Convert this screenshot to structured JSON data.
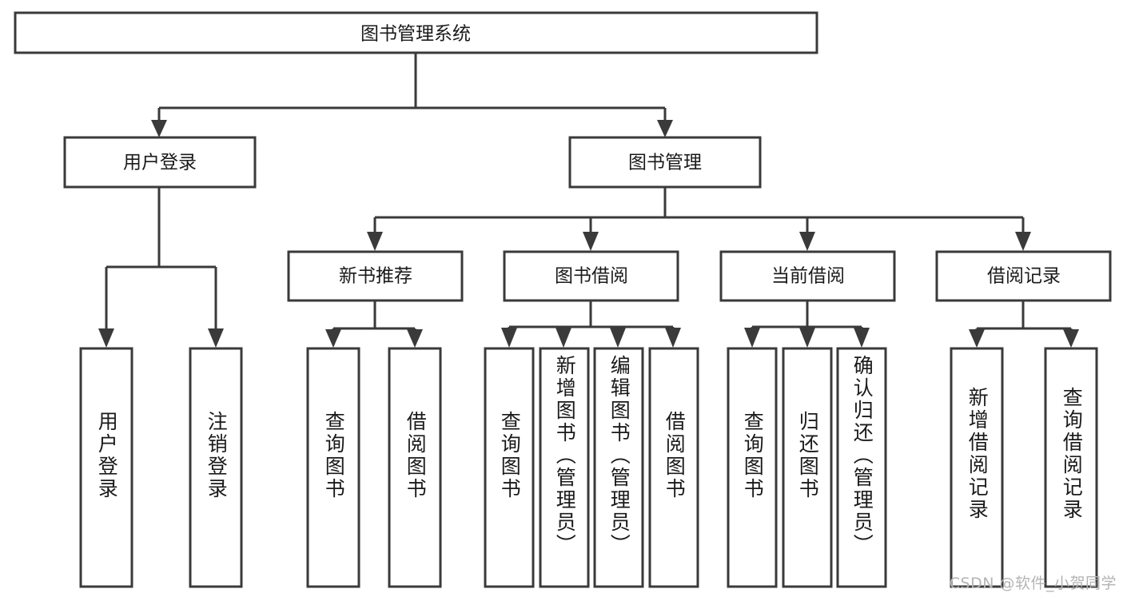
{
  "diagram": {
    "type": "tree",
    "title": "图书管理系统",
    "root": {
      "label": "图书管理系统"
    },
    "level2": [
      {
        "label": "用户登录"
      },
      {
        "label": "图书管理"
      }
    ],
    "level3": [
      {
        "label": "新书推荐"
      },
      {
        "label": "图书借阅"
      },
      {
        "label": "当前借阅"
      },
      {
        "label": "借阅记录"
      }
    ],
    "leaves": {
      "user_login": [
        {
          "label": "用户登录"
        },
        {
          "label": "注销登录"
        }
      ],
      "new_book_recommend": [
        {
          "label": "查询图书"
        },
        {
          "label": "借阅图书"
        }
      ],
      "book_borrow": [
        {
          "label": "查询图书"
        },
        {
          "label": "新增图书（管理员）"
        },
        {
          "label": "编辑图书（管理员）"
        },
        {
          "label": "借阅图书"
        }
      ],
      "current_borrow": [
        {
          "label": "查询图书"
        },
        {
          "label": "归还图书"
        },
        {
          "label": "确认归还（管理员）"
        }
      ],
      "borrow_record": [
        {
          "label": "新增借阅记录"
        },
        {
          "label": "查询借阅记录"
        }
      ]
    },
    "colors": {
      "box_stroke": "#3a3a3a",
      "box_fill": "#ffffff",
      "text": "#1a1a1a",
      "background": "#ffffff",
      "watermark": "#b4b4b4"
    }
  },
  "watermark": {
    "text": "CSDN @软件_小贺同学"
  }
}
